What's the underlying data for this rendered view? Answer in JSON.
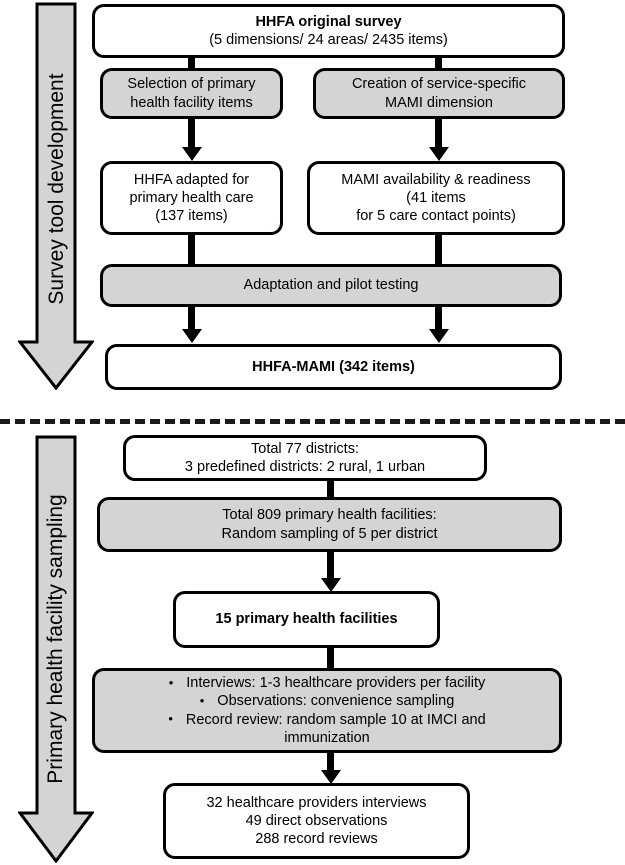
{
  "figure": {
    "type": "flowchart",
    "title": "HHFA-MAMI survey tool development and primary health facility sampling"
  },
  "sections": [
    {
      "id": "survey-tool-development",
      "arrow_label": "Survey tool development"
    },
    {
      "id": "primary-health-facility-sampling",
      "arrow_label": "Primary health facility sampling"
    }
  ],
  "top": {
    "original_survey": {
      "line1": "HHFA original survey",
      "line2": "(5 dimensions/ 24 areas/ 2435 items)"
    },
    "selection": {
      "line1": "Selection of primary",
      "line2": "health facility items"
    },
    "creation": {
      "line1": "Creation of service-specific",
      "line2": "MAMI dimension"
    },
    "adapted": {
      "line1": "HHFA adapted for",
      "line2": "primary health care",
      "line3": "(137 items)"
    },
    "mami_readiness": {
      "line1": "MAMI availability & readiness",
      "line2": "(41 items",
      "line3": "for 5 care contact points)"
    },
    "pilot": {
      "line1": "Adaptation and pilot testing"
    },
    "result": {
      "line1": "HHFA-MAMI (342 items)"
    }
  },
  "bottom": {
    "districts": {
      "line1": "Total 77 districts:",
      "line2": "3 predefined districts: 2 rural, 1 urban"
    },
    "facilities_total": {
      "line1": "Total 809 primary health facilities:",
      "line2": "Random sampling of 5 per district"
    },
    "facilities_sampled": {
      "line1": "15 primary health facilities"
    },
    "methods": {
      "bullets": [
        "Interviews: 1-3 healthcare providers per facility",
        "Observations: convenience sampling",
        "Record review: random sample 10 at IMCI and"
      ],
      "continuation": "immunization",
      "bullet_glyph": "•"
    },
    "outcomes": {
      "line1": "32 healthcare providers interviews",
      "line2": "49 direct observations",
      "line3": "288 record reviews"
    }
  },
  "colors": {
    "stroke": "#000000",
    "box_fill": "#ffffff",
    "box_fill_gray": "#d4d4d4",
    "arrow_fill": "#d4d4d4",
    "divider": "#1a1a1a"
  }
}
